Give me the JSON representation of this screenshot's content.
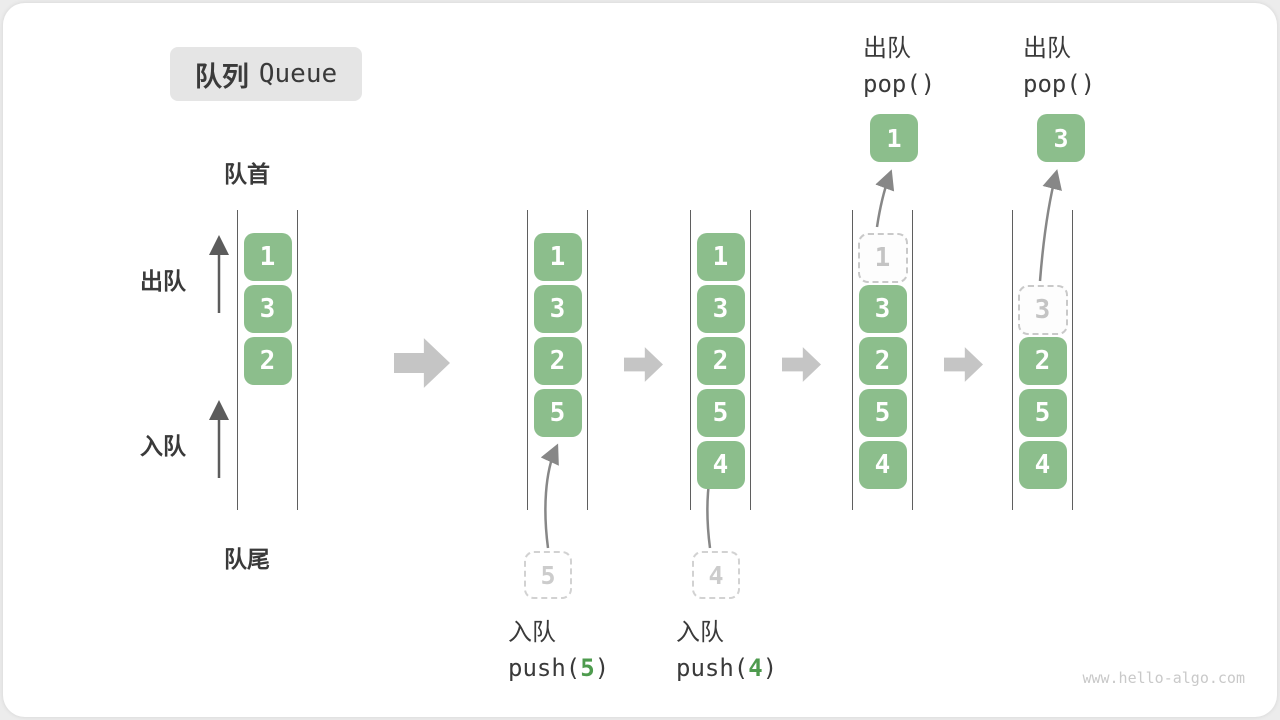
{
  "title": {
    "zh": "队列",
    "en": "Queue"
  },
  "labels": {
    "front": "队首",
    "rear": "队尾",
    "dequeue": "出队",
    "enqueue": "入队"
  },
  "colors": {
    "box_green": "#8cbe8c",
    "code_green": "#4e9b4e",
    "block_arrow_gray": "#c5c5c5",
    "wall_line_gray": "#5f5f5f",
    "ghost_gray": "#cccccc",
    "title_bg": "#e5e5e5",
    "text_dark": "#3a3a3a",
    "watermark_gray": "#c9c9c9"
  },
  "queues": [
    {
      "cells": [
        {
          "v": "1"
        },
        {
          "v": "3"
        },
        {
          "v": "2"
        }
      ]
    },
    {
      "cells": [
        {
          "v": "1"
        },
        {
          "v": "3"
        },
        {
          "v": "2"
        },
        {
          "v": "5"
        }
      ],
      "ghost": "5",
      "action": {
        "zh": "入队",
        "code_pre": "push(",
        "code_arg": "5",
        "code_suf": ")"
      }
    },
    {
      "cells": [
        {
          "v": "1"
        },
        {
          "v": "3"
        },
        {
          "v": "2"
        },
        {
          "v": "5"
        },
        {
          "v": "4"
        }
      ],
      "ghost": "4",
      "action": {
        "zh": "入队",
        "code_pre": "push(",
        "code_arg": "4",
        "code_suf": ")"
      }
    },
    {
      "cells": [
        {
          "v": "1"
        },
        {
          "v": "3"
        },
        {
          "v": "2"
        },
        {
          "v": "5"
        },
        {
          "v": "4"
        }
      ],
      "popped": "1",
      "action": {
        "zh": "出队",
        "code": "pop()"
      }
    },
    {
      "cells": [
        {
          "v": ""
        },
        {
          "v": "3"
        },
        {
          "v": "2"
        },
        {
          "v": "5"
        },
        {
          "v": "4"
        }
      ],
      "popped": "3",
      "action": {
        "zh": "出队",
        "code": "pop()"
      }
    }
  ],
  "watermark": "www.hello-algo.com"
}
